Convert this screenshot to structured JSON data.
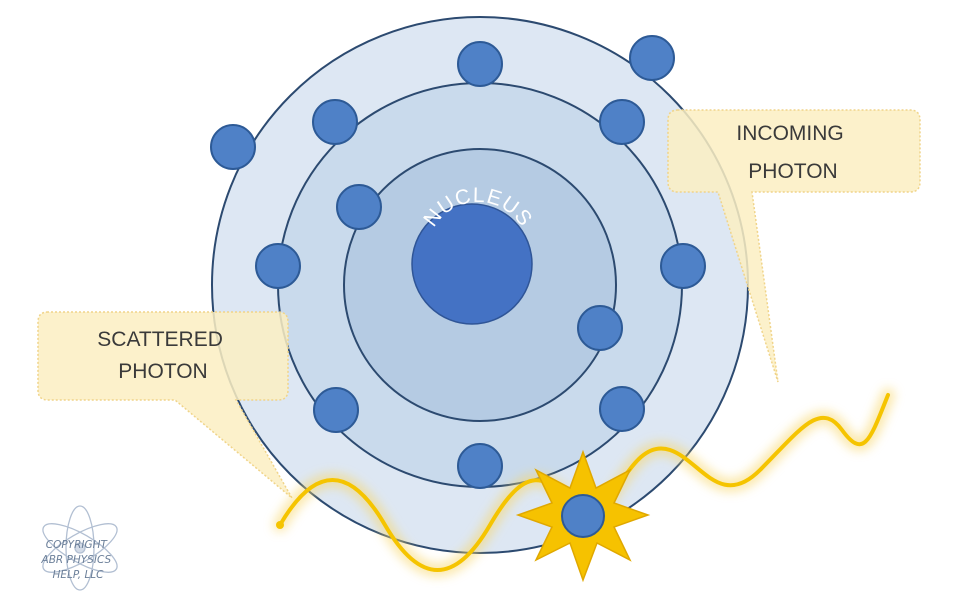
{
  "nucleus": {
    "label": "NUCLEUS"
  },
  "callouts": {
    "incoming": {
      "line1": "INCOMING",
      "line2": "PHOTON"
    },
    "scattered": {
      "line1": "SCATTERED",
      "line2": "PHOTON"
    }
  },
  "copyright": {
    "line1": "COPYRIGHT",
    "line2": "ABR PHYSICS",
    "line3": "HELP, LLC"
  },
  "colors": {
    "shell_outer": "#dde7f3",
    "shell_middle": "#c9daec",
    "shell_inner": "#b5cbe3",
    "shell_stroke": "#2c4a70",
    "nucleus": "#4472c4",
    "electron": "#4f81c7",
    "electron_stroke": "#2d5a96",
    "photon": "#f5c400",
    "photon_glow": "#f8d76a",
    "callout_fill": "#fbeec2",
    "burst": "#f6c200"
  },
  "icons": {
    "copyright_logo": "atom-icon",
    "burst": "starburst-icon"
  }
}
